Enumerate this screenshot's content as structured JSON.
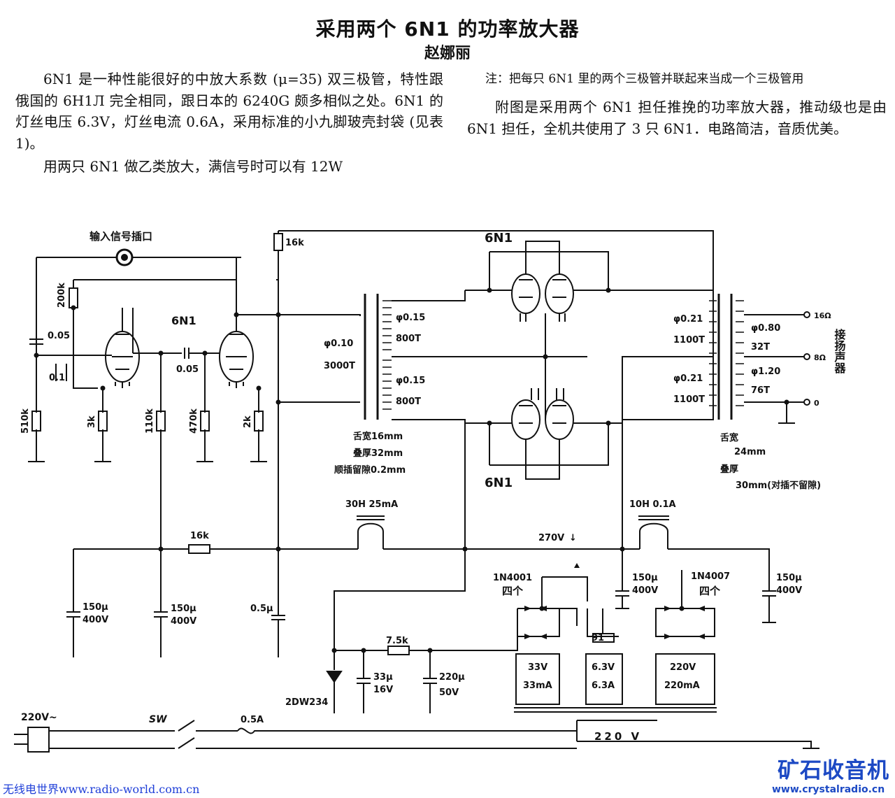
{
  "article": {
    "title": "采用两个 6N1 的功率放大器",
    "author": "赵娜丽",
    "left_paragraphs": [
      "6N1 是一种性能很好的中放大系数 (μ=35) 双三极管，特性跟俄国的 6H1Л 完全相同，跟日本的 6240G 颇多相似之处。6N1 的灯丝电压 6.3V，灯丝电流 0.6A，采用标准的小九脚玻壳封袋 (见表 1)。",
      "用两只 6N1 做乙类放大，满信号时可以有 12W"
    ],
    "note": "注：把每只 6N1 里的两个三极管并联起来当成一个三极管用",
    "right_paragraph": "附图是采用两个 6N1 担任推挽的功率放大器，推动级也是由 6N1 担任，全机共使用了 3 只 6N1．电路简洁，音质优美。"
  },
  "schematic": {
    "input_jack": "输入信号插口",
    "tube_driver": "6N1",
    "tube_top": "6N1",
    "tube_bottom": "6N1",
    "resistors": {
      "r_plate_top": "16k",
      "r200k": "200k",
      "r510k": "510k",
      "r3k": "3k",
      "r110k": "110k",
      "r470k": "470k",
      "r2k": "2k",
      "r16k_supply": "16k",
      "r7_5k": "7.5k",
      "pot91": "91"
    },
    "capacitors": {
      "c_in": "0.05",
      "c_couple": "0.05",
      "c_01": "0.1",
      "c05": "0.5μ",
      "c150a": "150μ",
      "c150a_v": "400V",
      "c150b": "150μ",
      "c150b_v": "400V",
      "c150c": "150μ",
      "c150c_v": "400V",
      "c150d": "150μ",
      "c150d_v": "400V",
      "c33": "33μ",
      "c33_v": "16V",
      "c220": "220μ",
      "c220_v": "50V"
    },
    "input_transformer": {
      "primary_wire": "φ0.10",
      "primary_turns": "3000T",
      "sec1_wire": "φ0.15",
      "sec1_turns": "800T",
      "sec2_wire": "φ0.15",
      "sec2_turns": "800T",
      "core1": "舌宽16mm",
      "core2": "叠厚32mm",
      "core3": "顺插留隙0.2mm"
    },
    "output_transformer": {
      "pri1_wire": "φ0.21",
      "pri1_turns": "1100T",
      "pri2_wire": "φ0.21",
      "pri2_turns": "1100T",
      "sec1_wire": "φ0.80",
      "sec1_turns": "32T",
      "sec2_wire": "φ1.20",
      "sec2_turns": "76T",
      "tap16": "16Ω",
      "tap8": "8Ω",
      "tap0": "0",
      "speaker": "接扬声器",
      "core1": "舌宽",
      "core2": "24mm",
      "core3": "叠厚",
      "core4": "30mm(对插不留隙)"
    },
    "chokes": {
      "choke1": "30H 25mA",
      "choke2": "10H 0.1A"
    },
    "supply": {
      "hv": "270V",
      "hv_arrow": "↓",
      "diode1_part": "1N4001",
      "diode1_qty": "四个",
      "diode2_part": "1N4007",
      "diode2_qty": "四个",
      "zener": "2DW234",
      "w1_v": "33V",
      "w1_i": "33mA",
      "w2_v": "6.3V",
      "w2_i": "6.3A",
      "w3_v": "220V",
      "w3_i": "220mA",
      "primary": "220 V",
      "mains": "220V~",
      "switch": "SW",
      "fuse": "0.5A"
    }
  },
  "footer": {
    "left": "无线电世界www.radio-world.com.cn",
    "right_logo": "矿石收音机",
    "right_url": "www.crystalradio.cn"
  }
}
